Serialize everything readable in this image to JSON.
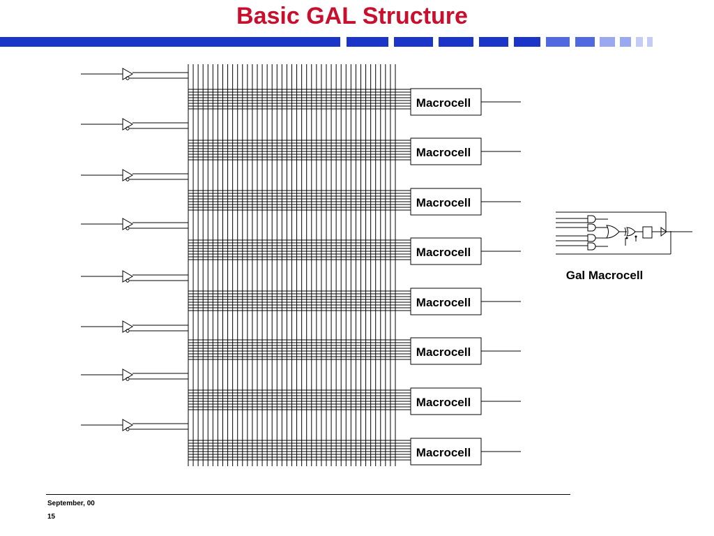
{
  "slide": {
    "title": "Basic GAL Structure",
    "footer_date": "September, 00",
    "page_number": "15"
  },
  "colors": {
    "title": "#c8102e",
    "bar_dark": "#1a35c8",
    "bar_mid": "#5068e0",
    "bar_light": "#9aa8f0",
    "bar_pale": "#c4ccf6",
    "line": "#000000"
  },
  "diagram": {
    "macrocell_label": "Macrocell",
    "macrocell_count": 8,
    "input_count": 8,
    "detail_caption": "Gal Macrocell"
  }
}
